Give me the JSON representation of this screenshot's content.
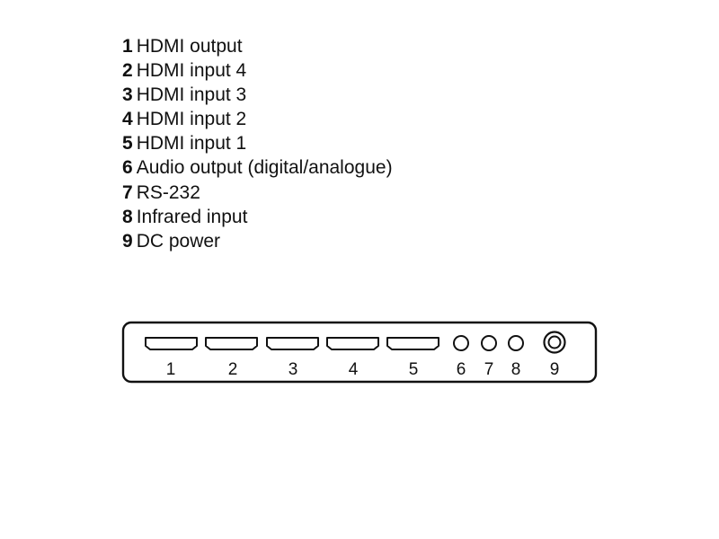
{
  "legend": [
    {
      "num": "1",
      "label": "HDMI output"
    },
    {
      "num": "2",
      "label": "HDMI input 4"
    },
    {
      "num": "3",
      "label": "HDMI input 3"
    },
    {
      "num": "4",
      "label": "HDMI input 2"
    },
    {
      "num": "5",
      "label": "HDMI input 1"
    },
    {
      "num": "6",
      "label": "Audio output (digital/analogue)"
    },
    {
      "num": "7",
      "label": "RS-232"
    },
    {
      "num": "8",
      "label": "Infrared input"
    },
    {
      "num": "9",
      "label": "DC power"
    }
  ],
  "panel": {
    "port_numbers": [
      "1",
      "2",
      "3",
      "4",
      "5",
      "6",
      "7",
      "8",
      "9"
    ]
  },
  "colors": {
    "line": "#111111",
    "background": "#ffffff"
  }
}
